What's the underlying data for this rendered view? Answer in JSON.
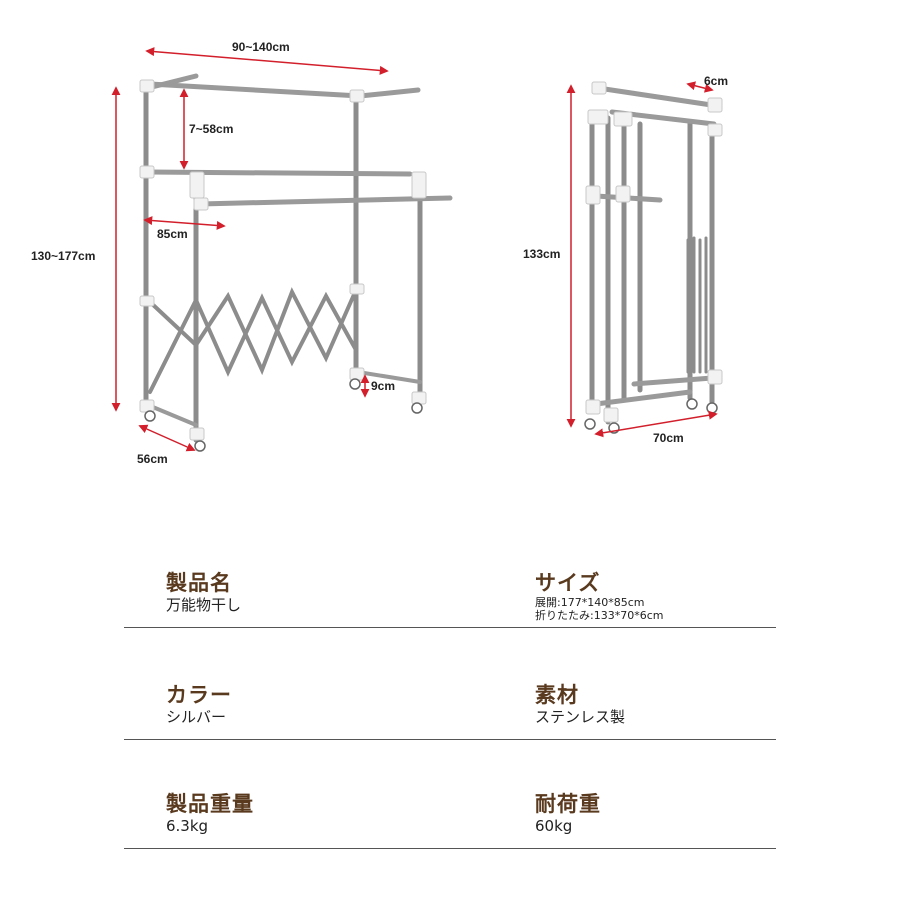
{
  "dimensions": {
    "width_range": "90~140cm",
    "arm_range": "7~58cm",
    "arm_length": "85cm",
    "height_range": "130~177cm",
    "base_height": "9cm",
    "depth": "56cm",
    "folded_depth": "6cm",
    "folded_height": "133cm",
    "folded_width": "70cm"
  },
  "colors": {
    "dimension_arrow": "#d21f2b",
    "pipe": "#8c8c8c",
    "joint": "#f2f2f2",
    "label_text": "#5a3a1e",
    "divider": "#555555"
  },
  "specs": {
    "product_name": {
      "label": "製品名",
      "value": "万能物干し"
    },
    "size": {
      "label": "サイズ",
      "line1": "展開:177*140*85cm",
      "line2": "折りたたみ:133*70*6cm"
    },
    "color": {
      "label": "カラー",
      "value": "シルバー"
    },
    "material": {
      "label": "素材",
      "value": "ステンレス製"
    },
    "weight": {
      "label": "製品重量",
      "value": "6.3kg"
    },
    "load_capacity": {
      "label": "耐荷重",
      "value": "60kg"
    }
  }
}
